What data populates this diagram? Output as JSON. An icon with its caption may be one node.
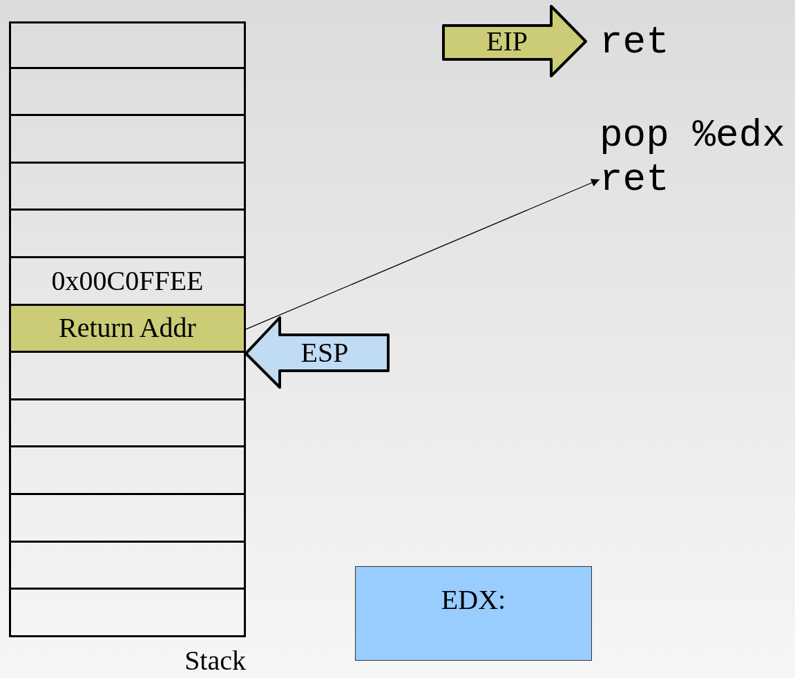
{
  "diagram": {
    "nodes": [
      {
        "text": [],
        "shape": "box",
        "beside": [
          "Stack"
        ]
      },
      {
        "text": [],
        "shape": "box",
        "in": 0
      },
      {
        "text": [],
        "shape": "box",
        "in": 0
      },
      {
        "text": [],
        "shape": "box",
        "in": 0
      },
      {
        "text": [],
        "shape": "box",
        "in": 0
      },
      {
        "text": [],
        "shape": "box",
        "in": 0
      },
      {
        "text": [
          "0x00C0FFEE"
        ],
        "in": 0
      },
      {
        "text": [
          "Return Addr"
        ],
        "in": 0
      },
      {
        "text": [],
        "shape": "box",
        "in": 0
      },
      {
        "text": [],
        "shape": "box",
        "in": 0
      },
      {
        "text": [],
        "shape": "box",
        "in": 0
      },
      {
        "text": [],
        "shape": "box",
        "in": 0
      },
      {
        "text": [],
        "shape": "box",
        "in": 0
      },
      {
        "text": [],
        "shape": "box",
        "in": 0
      },
      {
        "text": [
          "EIP"
        ]
      },
      {
        "text": [
          "ret"
        ]
      },
      {
        "text": [
          "ESP"
        ]
      },
      {
        "text": [
          "EDX:"
        ]
      }
    ],
    "edges": [
      {
        "from": 7,
        "to": 15,
        "arrow": "to"
      }
    ],
    "labels": [
      "ret",
      "pop %edx"
    ]
  }
}
